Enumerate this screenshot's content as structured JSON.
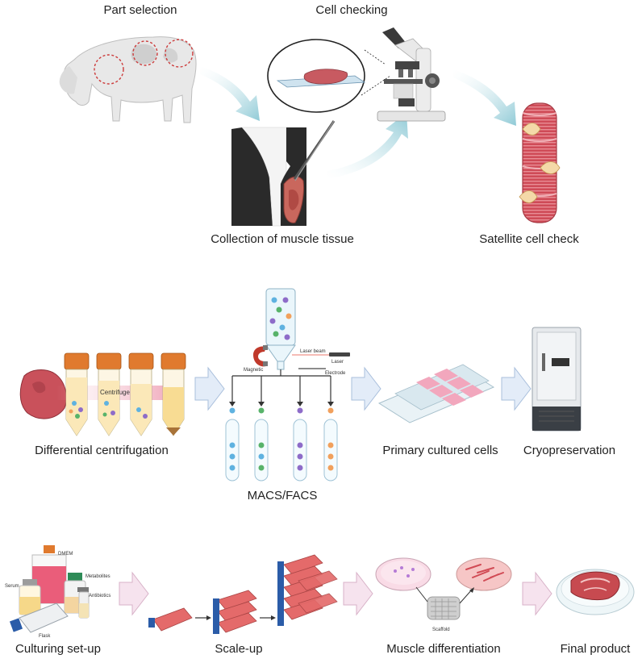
{
  "row1": {
    "part_selection": "Part selection",
    "cell_checking": "Cell checking",
    "collection": "Collection of muscle tissue",
    "satellite": "Satellite cell check"
  },
  "row2": {
    "differential": "Differential centrifugation",
    "centrifuge": "Centrifuge",
    "macs_facs": "MACS/FACS",
    "magnetic": "Magnetic",
    "laser_beam": "Laser beam",
    "laser": "Laser",
    "electrode": "Electrode",
    "primary": "Primary cultured cells",
    "cryo": "Cryopreservation"
  },
  "row3": {
    "culturing": "Culturing set-up",
    "dmem": "DMEM",
    "metabolites": "Metabolites",
    "serum": "Serum",
    "antibiotics": "Antibiotics",
    "flask": "Flask",
    "scale_up": "Scale-up",
    "muscle_diff": "Muscle differentiation",
    "scaffold": "Scaffold",
    "final": "Final product"
  },
  "colors": {
    "arrow_light": "#dce7f5",
    "arrow_stroke": "#a9bfdc",
    "flow_arrow": "#a9d6de",
    "muscle_red": "#d45a64",
    "tube_cap": "#e07a2e",
    "flask_pink": "#e46a6a",
    "dish_pink": "#f6c9d6"
  }
}
